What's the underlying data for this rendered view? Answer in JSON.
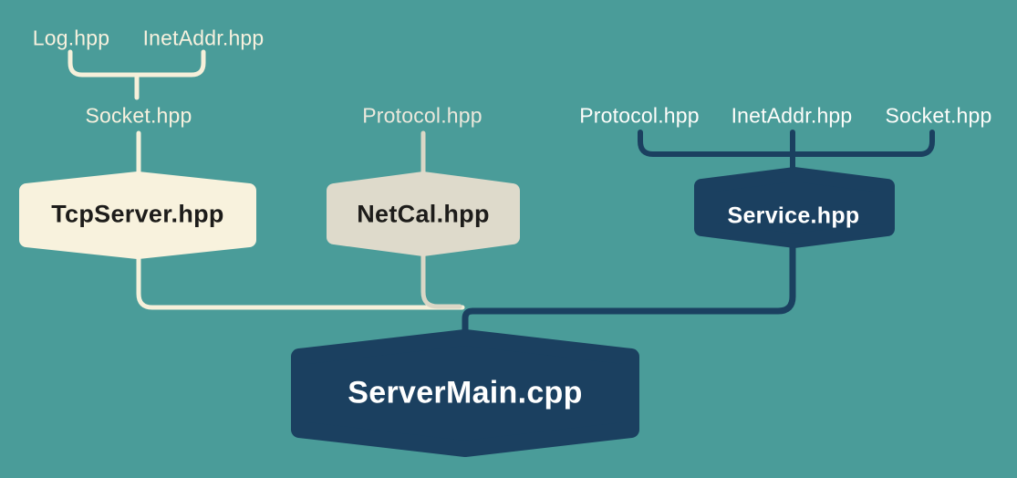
{
  "background_color": "#4a9c99",
  "colors": {
    "teal_background": "#4a9c99",
    "cream": "#f8f2dd",
    "beige": "#dedacb",
    "navy": "#1b4060",
    "dark_text": "#1d1c1a",
    "light_text": "#ffffff"
  },
  "file_labels": {
    "log": "Log.hpp",
    "inetaddr_left": "InetAddr.hpp",
    "socket_left": "Socket.hpp",
    "protocol_mid": "Protocol.hpp",
    "protocol_right": "Protocol.hpp",
    "inetaddr_right": "InetAddr.hpp",
    "socket_right": "Socket.hpp"
  },
  "nodes": {
    "tcpserver": {
      "label": "TcpServer.hpp",
      "fill": "#f8f2dd",
      "text_color": "#1d1c1a"
    },
    "netcal": {
      "label": "NetCal.hpp",
      "fill": "#dedacb",
      "text_color": "#1d1c1a"
    },
    "service": {
      "label": "Service.hpp",
      "fill": "#1b4060",
      "text_color": "#ffffff"
    },
    "servermain": {
      "label": "ServerMain.cpp",
      "fill": "#1b4060",
      "text_color": "#ffffff"
    }
  },
  "line_colors": {
    "cream_line": "#f6f0da",
    "beige_line": "#dbd7c6",
    "navy_line": "#1b4060"
  },
  "dependencies": [
    {
      "target": "Socket.hpp",
      "includes": [
        "Log.hpp",
        "InetAddr.hpp"
      ]
    },
    {
      "target": "TcpServer.hpp",
      "includes": [
        "Socket.hpp"
      ]
    },
    {
      "target": "NetCal.hpp",
      "includes": [
        "Protocol.hpp"
      ]
    },
    {
      "target": "Service.hpp",
      "includes": [
        "Protocol.hpp",
        "InetAddr.hpp",
        "Socket.hpp"
      ]
    },
    {
      "target": "ServerMain.cpp",
      "includes": [
        "TcpServer.hpp",
        "NetCal.hpp",
        "Service.hpp"
      ]
    }
  ]
}
